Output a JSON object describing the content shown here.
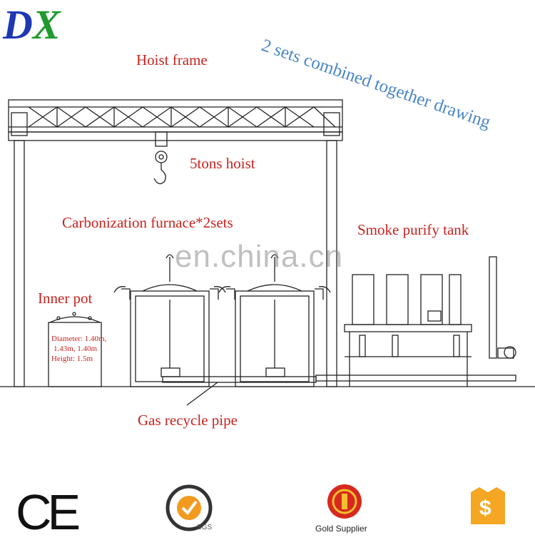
{
  "logo": {
    "d": "D",
    "x": "X"
  },
  "labels": {
    "hoist_frame": "Hoist frame",
    "hoist": "5tons hoist",
    "furnace": "Carbonization furnace*2sets",
    "inner_pot": "Inner pot",
    "smoke_tank": "Smoke purify tank",
    "gas_pipe": "Gas recycle pipe"
  },
  "banner": "2 sets combined together drawing",
  "pot_specs": [
    "Diameter: 1.40m,",
    "1.43m, 1.40m",
    "Height: 1.5m"
  ],
  "watermark": "en.china.cn",
  "badges": {
    "ce": "CE",
    "sgs": "SGS",
    "gold": "Gold Supplier",
    "dollar": "$"
  },
  "colors": {
    "label": "#c8231f",
    "banner": "#4a86c5",
    "logo_d": "#1e37b4",
    "logo_x": "#1f9a2e",
    "gold": "#d7281e",
    "badge_orange": "#f5a623"
  }
}
